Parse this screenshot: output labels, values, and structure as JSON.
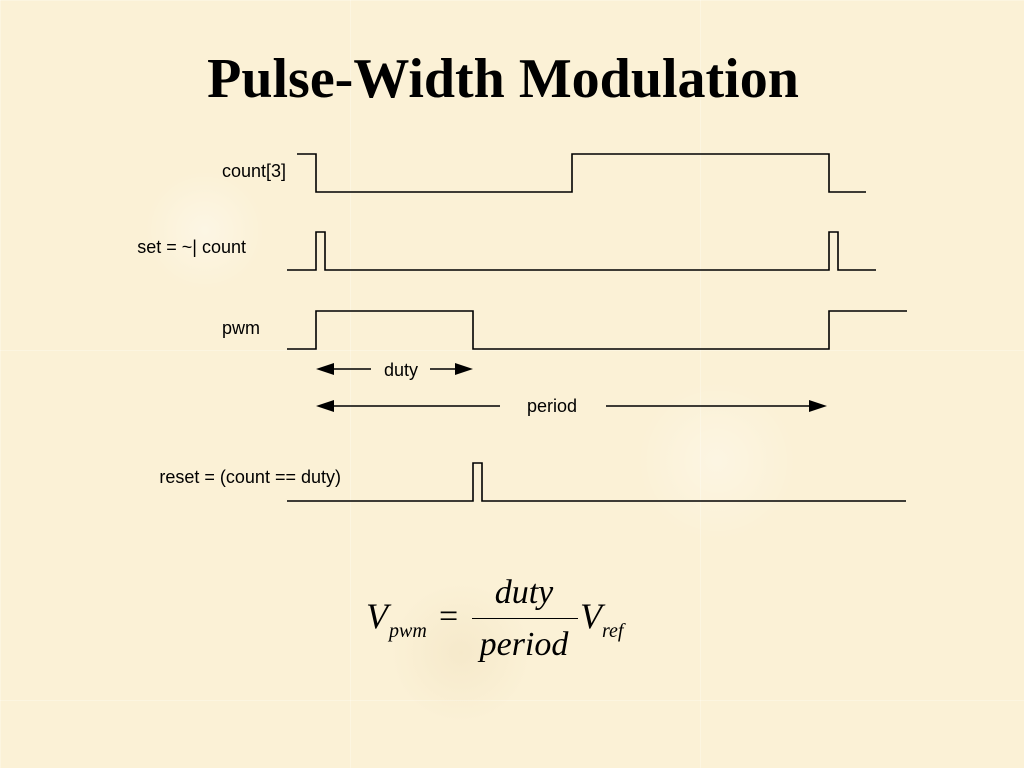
{
  "title": "Pulse-Width Modulation",
  "signals": [
    {
      "id": "count3",
      "label": "count[3]"
    },
    {
      "id": "set",
      "label": "set = ~| count"
    },
    {
      "id": "pwm",
      "label": "pwm"
    },
    {
      "id": "reset",
      "label": "reset = (count == duty)"
    }
  ],
  "annotations": {
    "duty": "duty",
    "period": "period"
  },
  "formula": {
    "lhs_symbol": "V",
    "lhs_subscript": "pwm",
    "equals": "=",
    "numerator": "duty",
    "denominator": "period",
    "rhs_symbol": "V",
    "rhs_subscript": "ref"
  }
}
